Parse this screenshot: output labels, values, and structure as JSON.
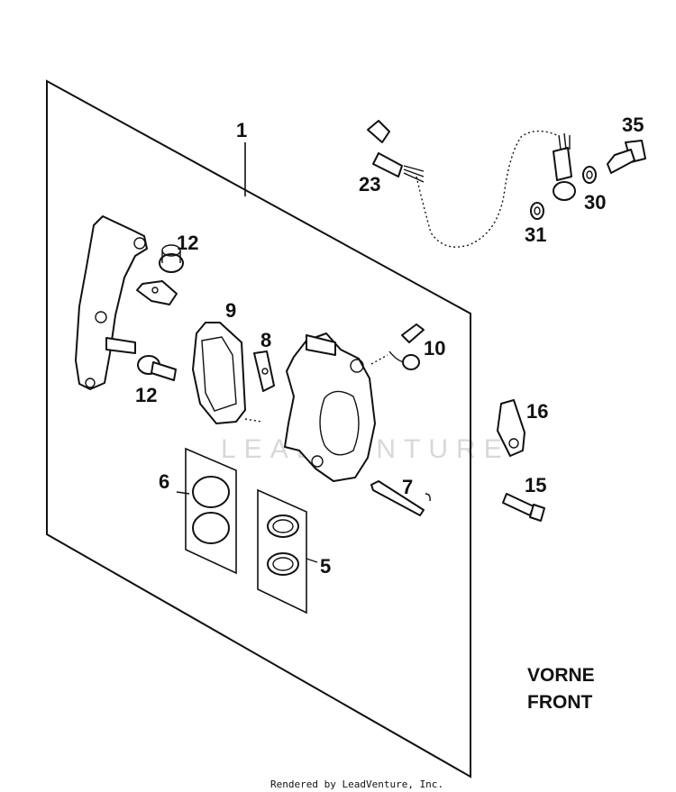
{
  "callouts": {
    "c1": "1",
    "c5": "5",
    "c6": "6",
    "c7": "7",
    "c8": "8",
    "c9": "9",
    "c10": "10",
    "c12a": "12",
    "c12b": "12",
    "c15": "15",
    "c16": "16",
    "c23": "23",
    "c30": "30",
    "c31": "31",
    "c35": "35"
  },
  "orientation": {
    "line1": "VORNE",
    "line2": "FRONT"
  },
  "watermark": "LEADVENTURE",
  "footer": "Rendered by LeadVenture, Inc."
}
